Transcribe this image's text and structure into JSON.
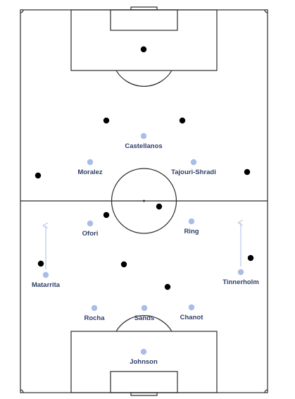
{
  "colors": {
    "line": "#2a2a2a",
    "team_player": "#a9bde6",
    "team_label": "#2f3f66",
    "opponent": "#000000",
    "arrow": "#a9bde6"
  },
  "team": [
    {
      "name": "Castellanos"
    },
    {
      "name": "Moralez"
    },
    {
      "name": "Tajouri-Shradi"
    },
    {
      "name": "Ofori"
    },
    {
      "name": "Ring"
    },
    {
      "name": "Matarrita"
    },
    {
      "name": "Tinnerholm"
    },
    {
      "name": "Rocha"
    },
    {
      "name": "Sands"
    },
    {
      "name": "Chanot"
    },
    {
      "name": "Johnson"
    }
  ],
  "opponents": 11,
  "arrows": [
    {
      "player": "Matarrita",
      "direction": "up"
    },
    {
      "player": "Tinnerholm",
      "direction": "up"
    }
  ]
}
